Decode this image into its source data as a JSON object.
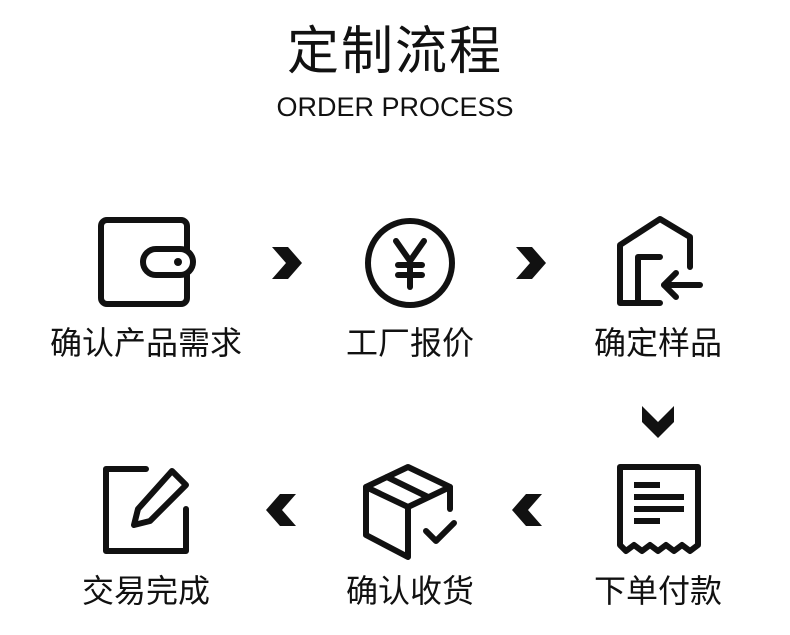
{
  "header": {
    "title": "定制流程",
    "subtitle": "ORDER PROCESS"
  },
  "steps": [
    {
      "label": "确认产品需求",
      "icon": "wallet-icon"
    },
    {
      "label": "工厂报价",
      "icon": "yen-coin-icon"
    },
    {
      "label": "确定样品",
      "icon": "house-arrow-icon"
    },
    {
      "label": "下单付款",
      "icon": "receipt-icon"
    },
    {
      "label": "确认收货",
      "icon": "package-check-icon"
    },
    {
      "label": "交易完成",
      "icon": "edit-icon"
    }
  ],
  "colors": {
    "ink": "#111111",
    "background": "#ffffff"
  }
}
